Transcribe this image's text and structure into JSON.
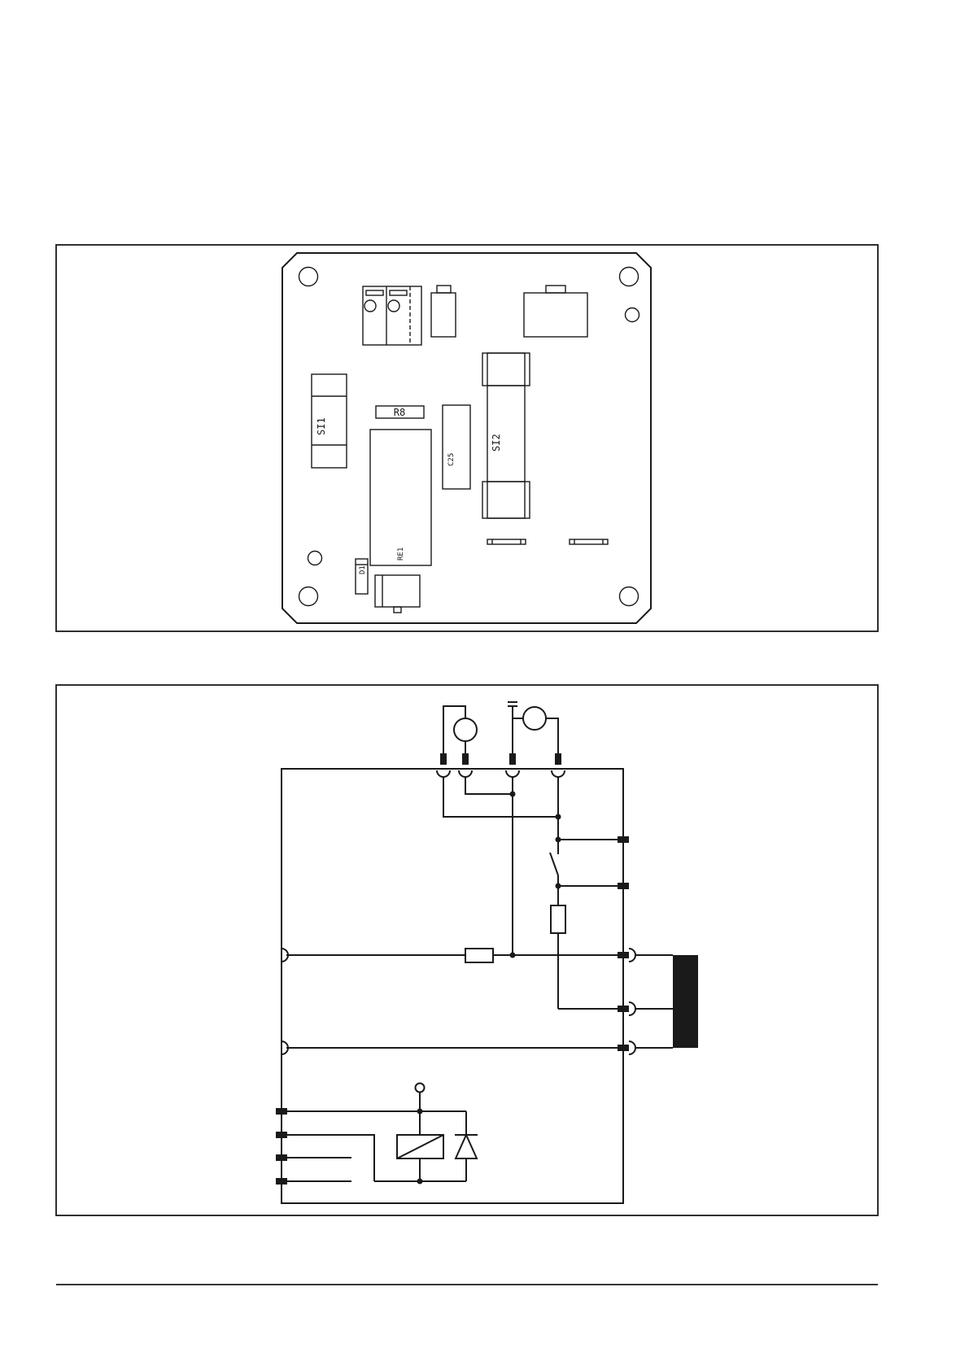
{
  "pcb_layout": {
    "labels": {
      "si1": "SI1",
      "r8": "R8",
      "c25": "C25",
      "si2": "SI2",
      "re1": "RE1",
      "d1": "D1"
    }
  },
  "colors": {
    "ink": "#1a1a1a",
    "background": "#ffffff"
  }
}
